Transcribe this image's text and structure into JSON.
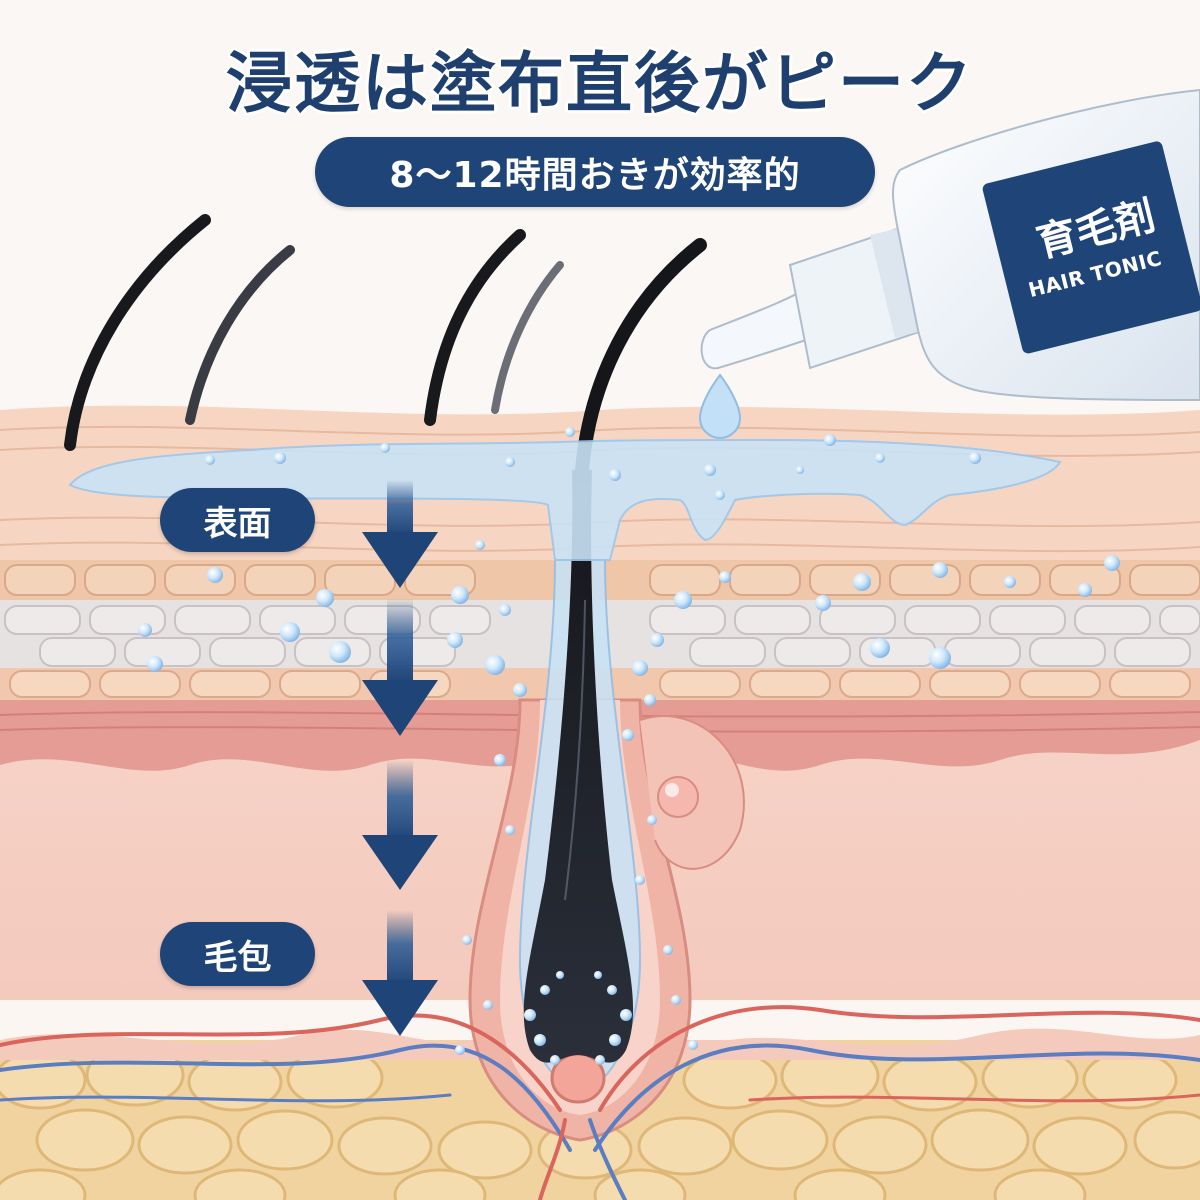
{
  "title": "浸透は塗布直後がピーク",
  "subtitle": "8～12時間おきが効率的",
  "layers": {
    "surface": "表面",
    "follicle": "毛包"
  },
  "product": {
    "name": "育毛剤",
    "subname": "HAIR TONIC"
  },
  "colors": {
    "navy": "#1f4578",
    "title": "#1f3f6e",
    "skin_top": "#f6d6c2",
    "dermis": "#f7dcd3",
    "fat": "#f1d3a0",
    "tonic": "#b9dcf4"
  },
  "icons": {
    "arrows": "down-arrow-icon",
    "drop": "droplet-icon",
    "bottle": "bottle-icon"
  }
}
